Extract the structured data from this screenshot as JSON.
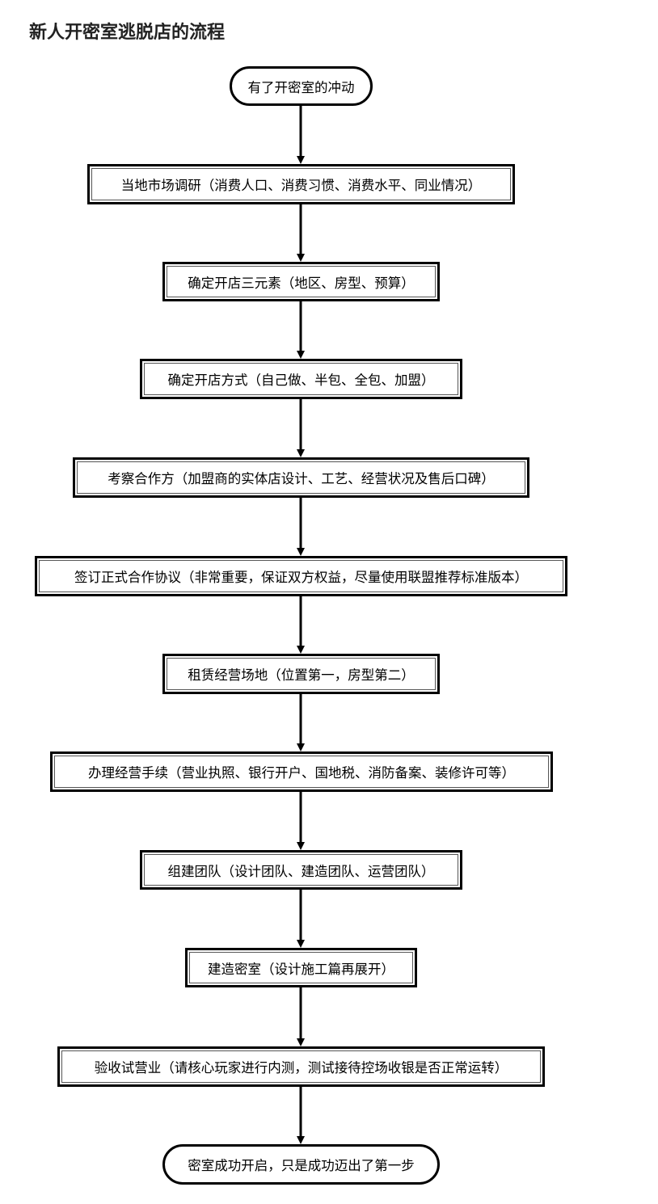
{
  "title": "新人开密室逃脱店的流程",
  "flow": {
    "start": "有了开密室的冲动",
    "steps": [
      "当地市场调研（消费人口、消费习惯、消费水平、同业情况）",
      "确定开店三元素（地区、房型、预算）",
      "确定开店方式（自己做、半包、全包、加盟）",
      "考察合作方（加盟商的实体店设计、工艺、经营状况及售后口碑）",
      "签订正式合作协议（非常重要，保证双方权益，尽量使用联盟推荐标准版本）",
      "租赁经营场地（位置第一，房型第二）",
      "办理经营手续（营业执照、银行开户、国地税、消防备案、装修许可等）",
      "组建团队（设计团队、建造团队、运营团队）",
      "建造密室（设计施工篇再展开）",
      "验收试营业（请核心玩家进行内测，测试接待控场收银是否正常运转）"
    ],
    "end": "密室成功开启，只是成功迈出了第一步"
  }
}
